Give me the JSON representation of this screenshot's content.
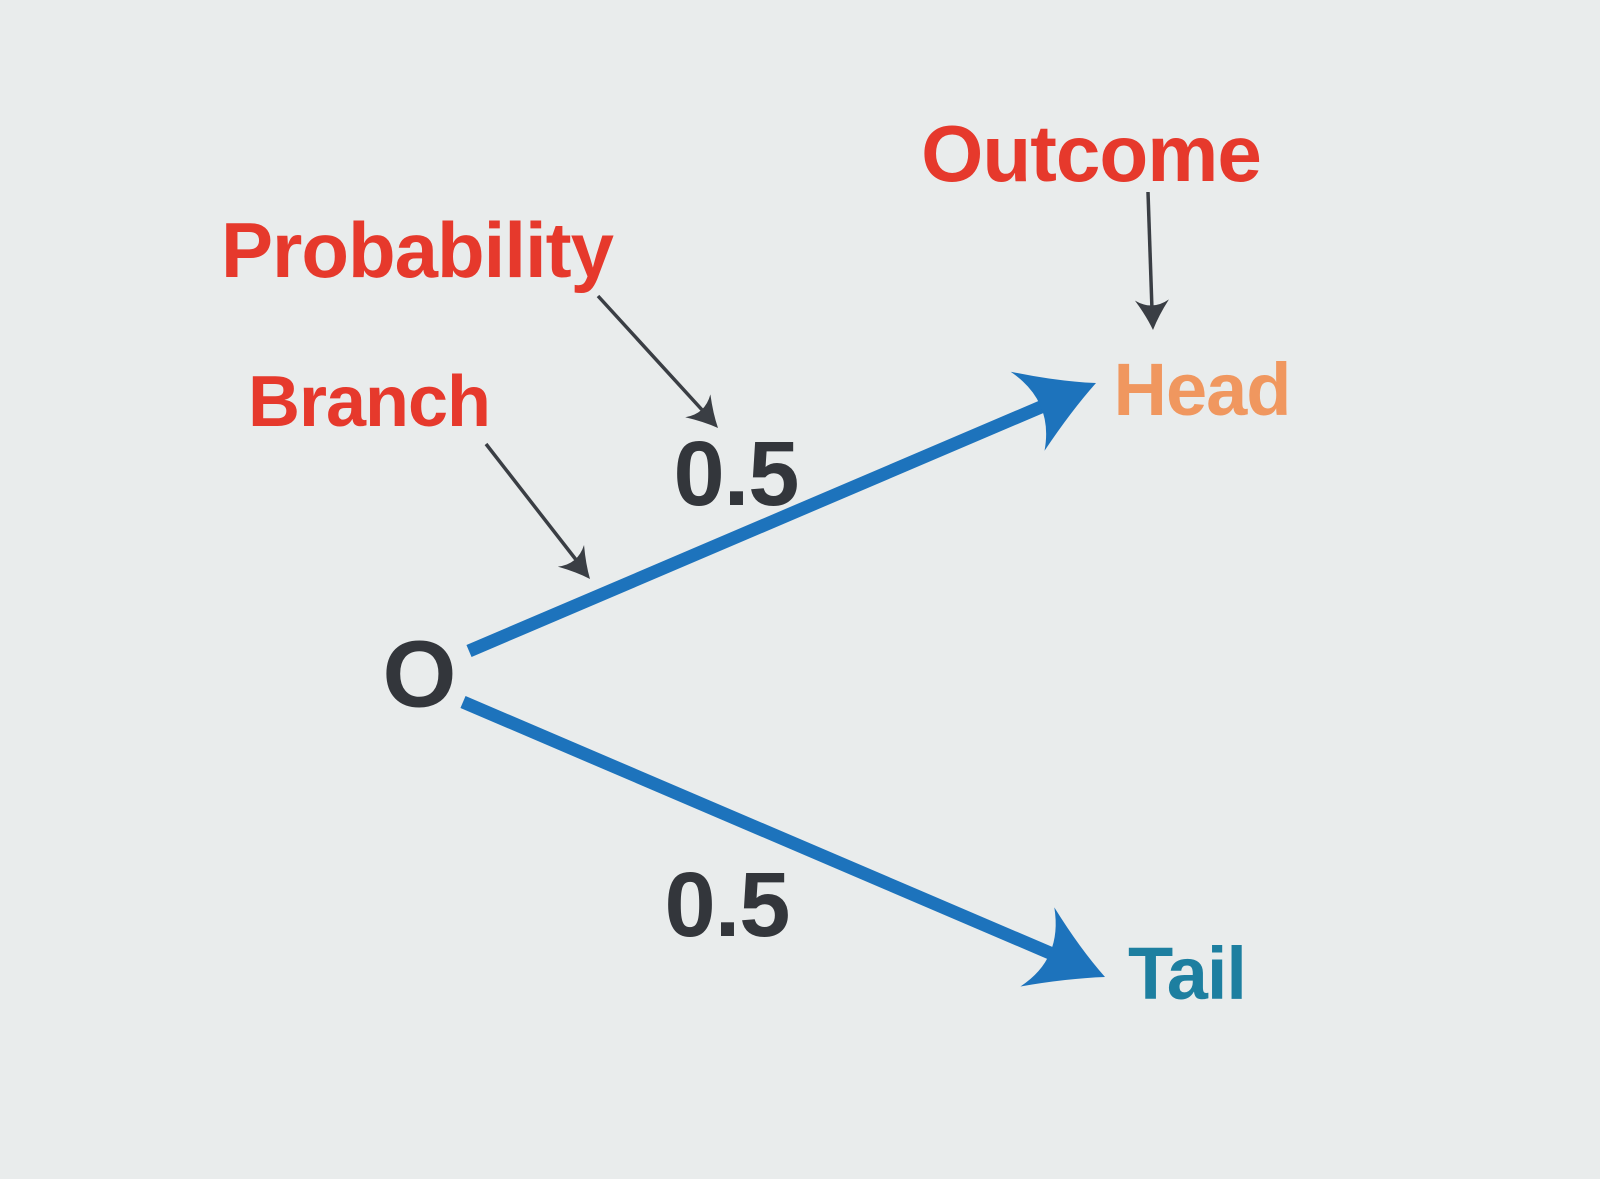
{
  "diagram": {
    "type": "probability-tree",
    "labels": {
      "outcome": "Outcome",
      "probability": "Probability",
      "branch": "Branch",
      "origin": "O",
      "head_probability": "0.5",
      "tail_probability": "0.5",
      "head_outcome": "Head",
      "tail_outcome": "Tail"
    },
    "tree": {
      "root": "O",
      "branches": [
        {
          "probability": 0.5,
          "outcome": "Head"
        },
        {
          "probability": 0.5,
          "outcome": "Tail"
        }
      ]
    }
  },
  "colors": {
    "background": "#E9ECEC",
    "annotation_red": "#E6392C",
    "head_orange": "#F0975F",
    "tail_teal": "#1D7FA0",
    "branch_blue": "#1D73BC",
    "dark_text": "#33363B",
    "arrow_dark": "#3A3E44"
  }
}
